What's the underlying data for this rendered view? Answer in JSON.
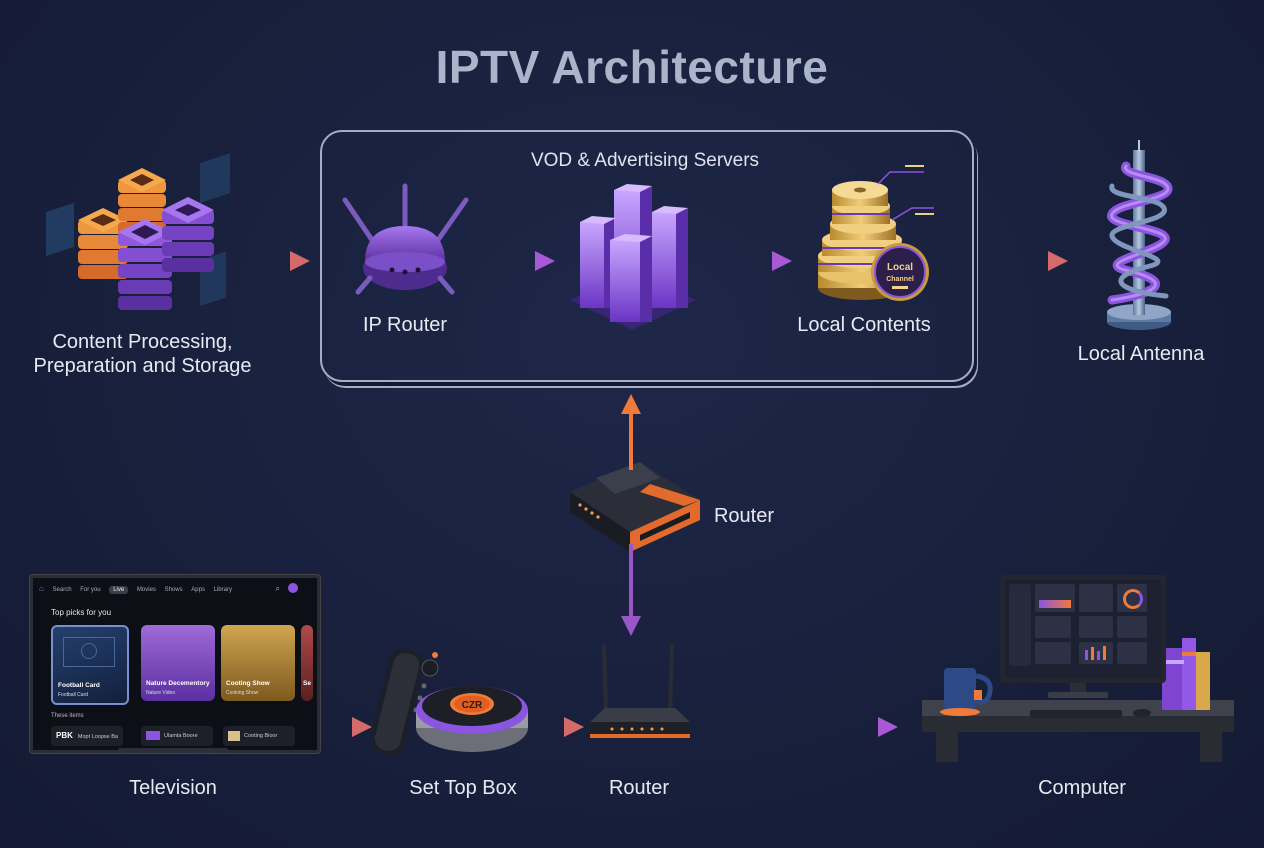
{
  "title": "IPTV Architecture",
  "group": {
    "label": "VOD & Advertising Servers"
  },
  "nodes": {
    "content": "Content Processing,\nPreparation and Storage",
    "ip_router": "IP Router",
    "local_contents": "Local Contents",
    "local_channel_badge": "Local\nChannel",
    "antenna": "Local Antenna",
    "core_router": "Router",
    "television": "Television",
    "set_top_box": "Set Top Box",
    "stb_badge": "CZR",
    "home_router": "Router",
    "computer": "Computer"
  },
  "tv_screen": {
    "nav": [
      "Search",
      "For you",
      "Live",
      "Movies",
      "Shows",
      "Apps",
      "Library"
    ],
    "active_nav": "Live",
    "heading": "Top picks for you",
    "cards": [
      {
        "title": "Football Card",
        "sub": "Football Card",
        "color": "#1f3561"
      },
      {
        "title": "Nature Decementory",
        "sub": "Nature Video",
        "color": "#7a4fb8"
      },
      {
        "title": "Cooting Show",
        "sub": "Cooking Show",
        "color": "#a88438"
      },
      {
        "title": "Se",
        "sub": "",
        "color": "#8a3a3a"
      }
    ],
    "subheading": "These items",
    "rows": [
      {
        "icon": "PBK",
        "text": "Mopt Loopse Ba"
      },
      {
        "icon": "",
        "text": "Ulamta Boore"
      },
      {
        "icon": "",
        "text": "Cooting Bioor"
      }
    ]
  },
  "colors": {
    "background": "#18203c",
    "accent_purple": "#8b55e0",
    "accent_orange": "#f07a3a",
    "gold": "#d9a84a",
    "arrow_orange": "#e27a57",
    "arrow_purple": "#9a55c8"
  }
}
